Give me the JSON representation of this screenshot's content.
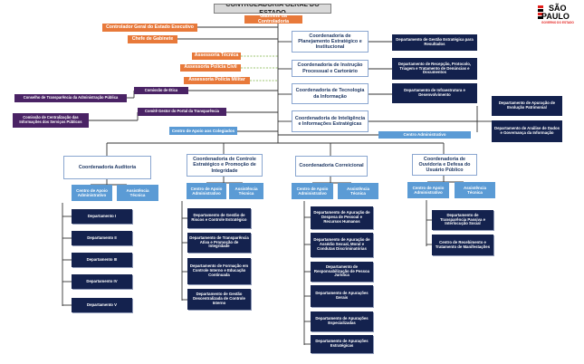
{
  "title": "CONTROLADORIA GERAL DO ESTADO",
  "logo": {
    "line1": "SÃO",
    "line2": "PAULO",
    "line3": "GOVERNO DO ESTADO",
    "colors": [
      "#e31d1a",
      "#000000"
    ]
  },
  "gabinete": "Gabinete da Controladoria",
  "advisors": {
    "controlador_geral": "Controlador Geral do Estado Executivo",
    "chefe_gabinete": "Chefe de Gabinete",
    "assessoria_tecnica": "Assessoria Técnica",
    "assessoria_policia_civil": "Assessoria Polícia Civil",
    "assessoria_policia_militar": "Assessoria Polícia Militar",
    "comissao_etica": "Comissão de Ética",
    "conselho_transparencia": "Conselho de Transparência da Administração Pública",
    "comite_gestor": "Comitê Gestor do Portal da Transparência",
    "comissao_centralizacao": "Comissão de Centralização das Informações dos Serviços Públicos",
    "centro_apoio_colegiados": "Centro de Apoio aos Colegiados",
    "centro_administrativo": "Centro Administrativo"
  },
  "coordenadorias_direita": [
    {
      "label": "Coordenadoria de Planejamento Estratégico e Institucional",
      "dept": "Departamento de Gestão Estratégica para Resultados"
    },
    {
      "label": "Coordenadoria de Instrução Processual e Cartorário",
      "dept": "Departamento de Recepção, Protocolo, Triagem e Tratamento de Denúncias e Documentos"
    },
    {
      "label": "Coordenadoria de Tecnologia da Informação",
      "dept": "Departamento de Infraestrutura e Desenvolvimento"
    },
    {
      "label": "Coordenadoria de Inteligência e Informações Estratégicas",
      "depts": [
        "Departamento de Apuração de Evolução Patrimonial",
        "Departamento de Análise de Dados e Governança da Informação"
      ]
    }
  ],
  "coordenadorias_baixo": [
    {
      "label": "Coordenadoria Auditoria",
      "apoio": "Centro de Apoio Administrativo",
      "assessoria": "Assistência Técnica",
      "depts": [
        "Departamento I",
        "Departamento II",
        "Departamento III",
        "Departamento IV",
        "Departamento V"
      ]
    },
    {
      "label": "Coordenadoria de Controle Estratégico e Promoção de Integridade",
      "apoio": "Centro de Apoio Administrativo",
      "assessoria": "Assistência Técnica",
      "depts": [
        "Departamento de Gestão de Riscos e Controle Estratégico",
        "Departamento de Transparência Ativa e Promoção de Integridade",
        "Departamento de Formação em Controle Interno e Educação Continuada",
        "Departamento de Gestão Descentralizada de Controle Interno"
      ]
    },
    {
      "label": "Coordenadoria Correicional",
      "apoio": "Centro de Apoio Administrativo",
      "assessoria": "Assistência Técnica",
      "depts": [
        "Departamento de Apuração de Despesa de Pessoal e Recursos Humanos",
        "Departamento de Apuração de Assédio Sexual, Moral e Condutas Discriminatórias",
        "Departamento de Responsabilização de Pessoa Jurídica",
        "Departamento de Apurações Gerais",
        "Departamento de Apurações Especializadas",
        "Departamento de Apurações Estratégicas"
      ]
    },
    {
      "label": "Coordenadoria de Ouvidoria e Defesa do Usuário Público",
      "apoio": "Centro de Apoio Administrativo",
      "assessoria": "Assistência Técnica",
      "depts": [
        "Departamento de Transparência Passiva e Interlocução Social",
        "Centro de Recebimento e Tratamento de Manifestações"
      ]
    }
  ],
  "colors": {
    "orange": "#e8793a",
    "navy": "#13214d",
    "purple": "#4a2365",
    "light_blue": "#5b9bd5",
    "title_gray": "#d9d9d9",
    "green_dashed": "#7cb342"
  }
}
